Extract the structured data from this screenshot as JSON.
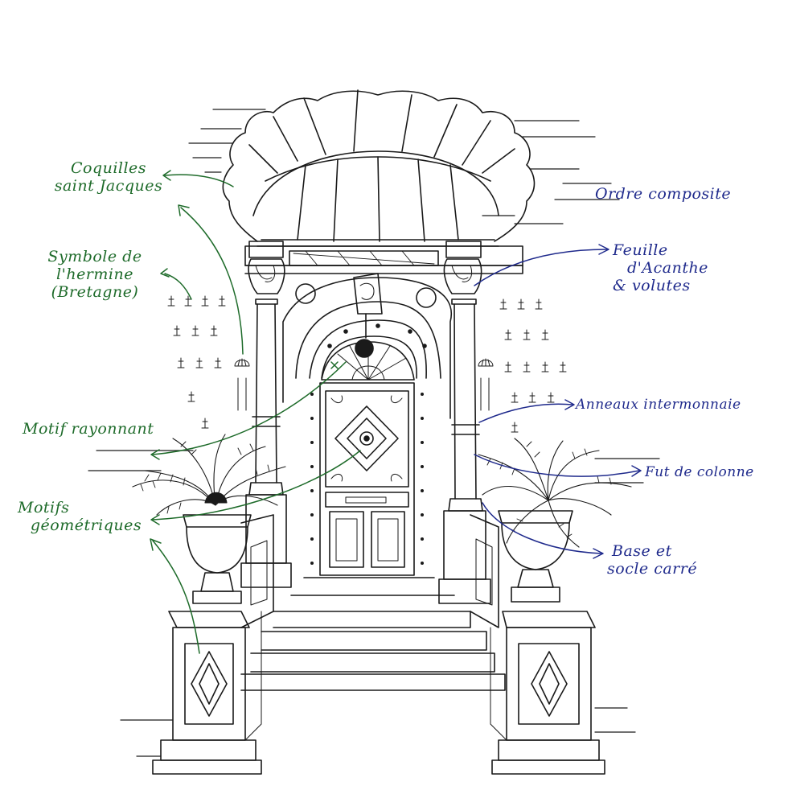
{
  "colors": {
    "ink": "#1a1a1a",
    "green": "#1e6b2a",
    "blue": "#1f2a8c",
    "paper": "#ffffff"
  },
  "labels_left": {
    "coquilles_l1": "Coquilles",
    "coquilles_l2": "saint Jacques",
    "hermine_l1": "Symbole de",
    "hermine_l2": "l'hermine",
    "hermine_l3": "(Bretagne)",
    "rayonnant": "Motif rayonnant",
    "geo_l1": "Motifs",
    "geo_l2": "géométriques"
  },
  "labels_right": {
    "ordre": "Ordre composite",
    "acanthe_l1": "Feuille",
    "acanthe_l2": "d'Acanthe",
    "acanthe_l3": "& volutes",
    "anneaux": "Anneaux intermonnaie",
    "fut": "Fut de colonne",
    "base_l1": "Base et",
    "base_l2": "socle carré"
  }
}
